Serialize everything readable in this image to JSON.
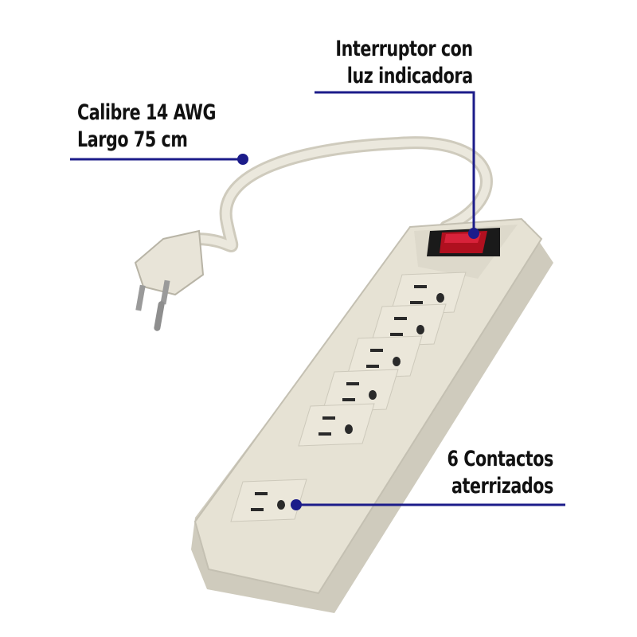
{
  "callouts": {
    "cable": {
      "line1": "Calibre 14 AWG",
      "line2": "Largo 75 cm"
    },
    "switch": {
      "line1": "Interruptor con",
      "line2": "luz indicadora"
    },
    "outlets": {
      "line1": "6 Contactos",
      "line2": "aterrizados"
    }
  },
  "product": {
    "outlet_count": 6,
    "body_color": "#e6e2d4",
    "switch_color": "#c8102e"
  },
  "colors": {
    "callout_line": "#1c1c8a",
    "text": "#111111"
  }
}
